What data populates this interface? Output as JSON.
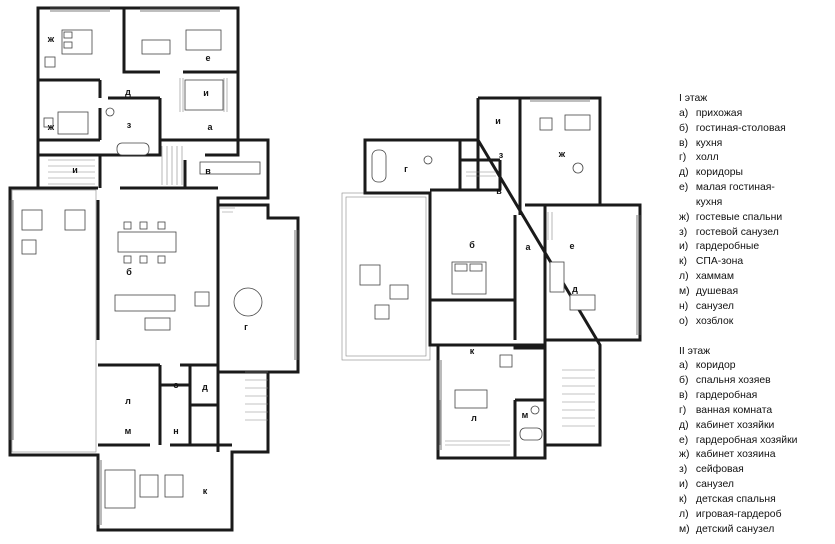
{
  "floor1": {
    "title": "I этаж",
    "items": [
      {
        "key": "а)",
        "text": "прихожая"
      },
      {
        "key": "б)",
        "text": "гостиная-столовая"
      },
      {
        "key": "в)",
        "text": "кухня"
      },
      {
        "key": "г)",
        "text": "холл"
      },
      {
        "key": "д)",
        "text": "коридоры"
      },
      {
        "key": "е)",
        "text": "малая гостиная-"
      },
      {
        "key": "",
        "text": "кухня"
      },
      {
        "key": "ж)",
        "text": "гостевые спальни"
      },
      {
        "key": "з)",
        "text": "гостевой санузел"
      },
      {
        "key": "и)",
        "text": "гардеробные"
      },
      {
        "key": "к)",
        "text": "СПА-зона"
      },
      {
        "key": "л)",
        "text": "хаммам"
      },
      {
        "key": "м)",
        "text": "душевая"
      },
      {
        "key": "н)",
        "text": "санузел"
      },
      {
        "key": "о)",
        "text": "хозблок"
      }
    ],
    "labels": {
      "zh1": "ж",
      "e": "е",
      "i1": "и",
      "d1": "д",
      "zh2": "ж",
      "z": "з",
      "a": "а",
      "i2": "и",
      "v": "в",
      "b": "б",
      "g": "г",
      "o": "о",
      "d2": "д",
      "l": "л",
      "m": "м",
      "n": "н",
      "k": "к"
    }
  },
  "floor2": {
    "title": "II этаж",
    "items": [
      {
        "key": "а)",
        "text": "коридор"
      },
      {
        "key": "б)",
        "text": "спальня хозяев"
      },
      {
        "key": "в)",
        "text": "гардеробная"
      },
      {
        "key": "г)",
        "text": "ванная комната"
      },
      {
        "key": "д)",
        "text": "кабинет хозяйки"
      },
      {
        "key": "е)",
        "text": "гардеробная хозяйки"
      },
      {
        "key": "ж)",
        "text": "кабинет хозяина"
      },
      {
        "key": "з)",
        "text": "сейфовая"
      },
      {
        "key": "и)",
        "text": "санузел"
      },
      {
        "key": "к)",
        "text": "детская спальня"
      },
      {
        "key": "л)",
        "text": "игровая-гардероб"
      },
      {
        "key": "м)",
        "text": "детский санузел"
      }
    ],
    "labels": {
      "i": "и",
      "g": "г",
      "z": "з",
      "zh": "ж",
      "v": "в",
      "b": "б",
      "a": "а",
      "e": "е",
      "d": "д",
      "k": "к",
      "l": "л",
      "m": "м"
    }
  }
}
